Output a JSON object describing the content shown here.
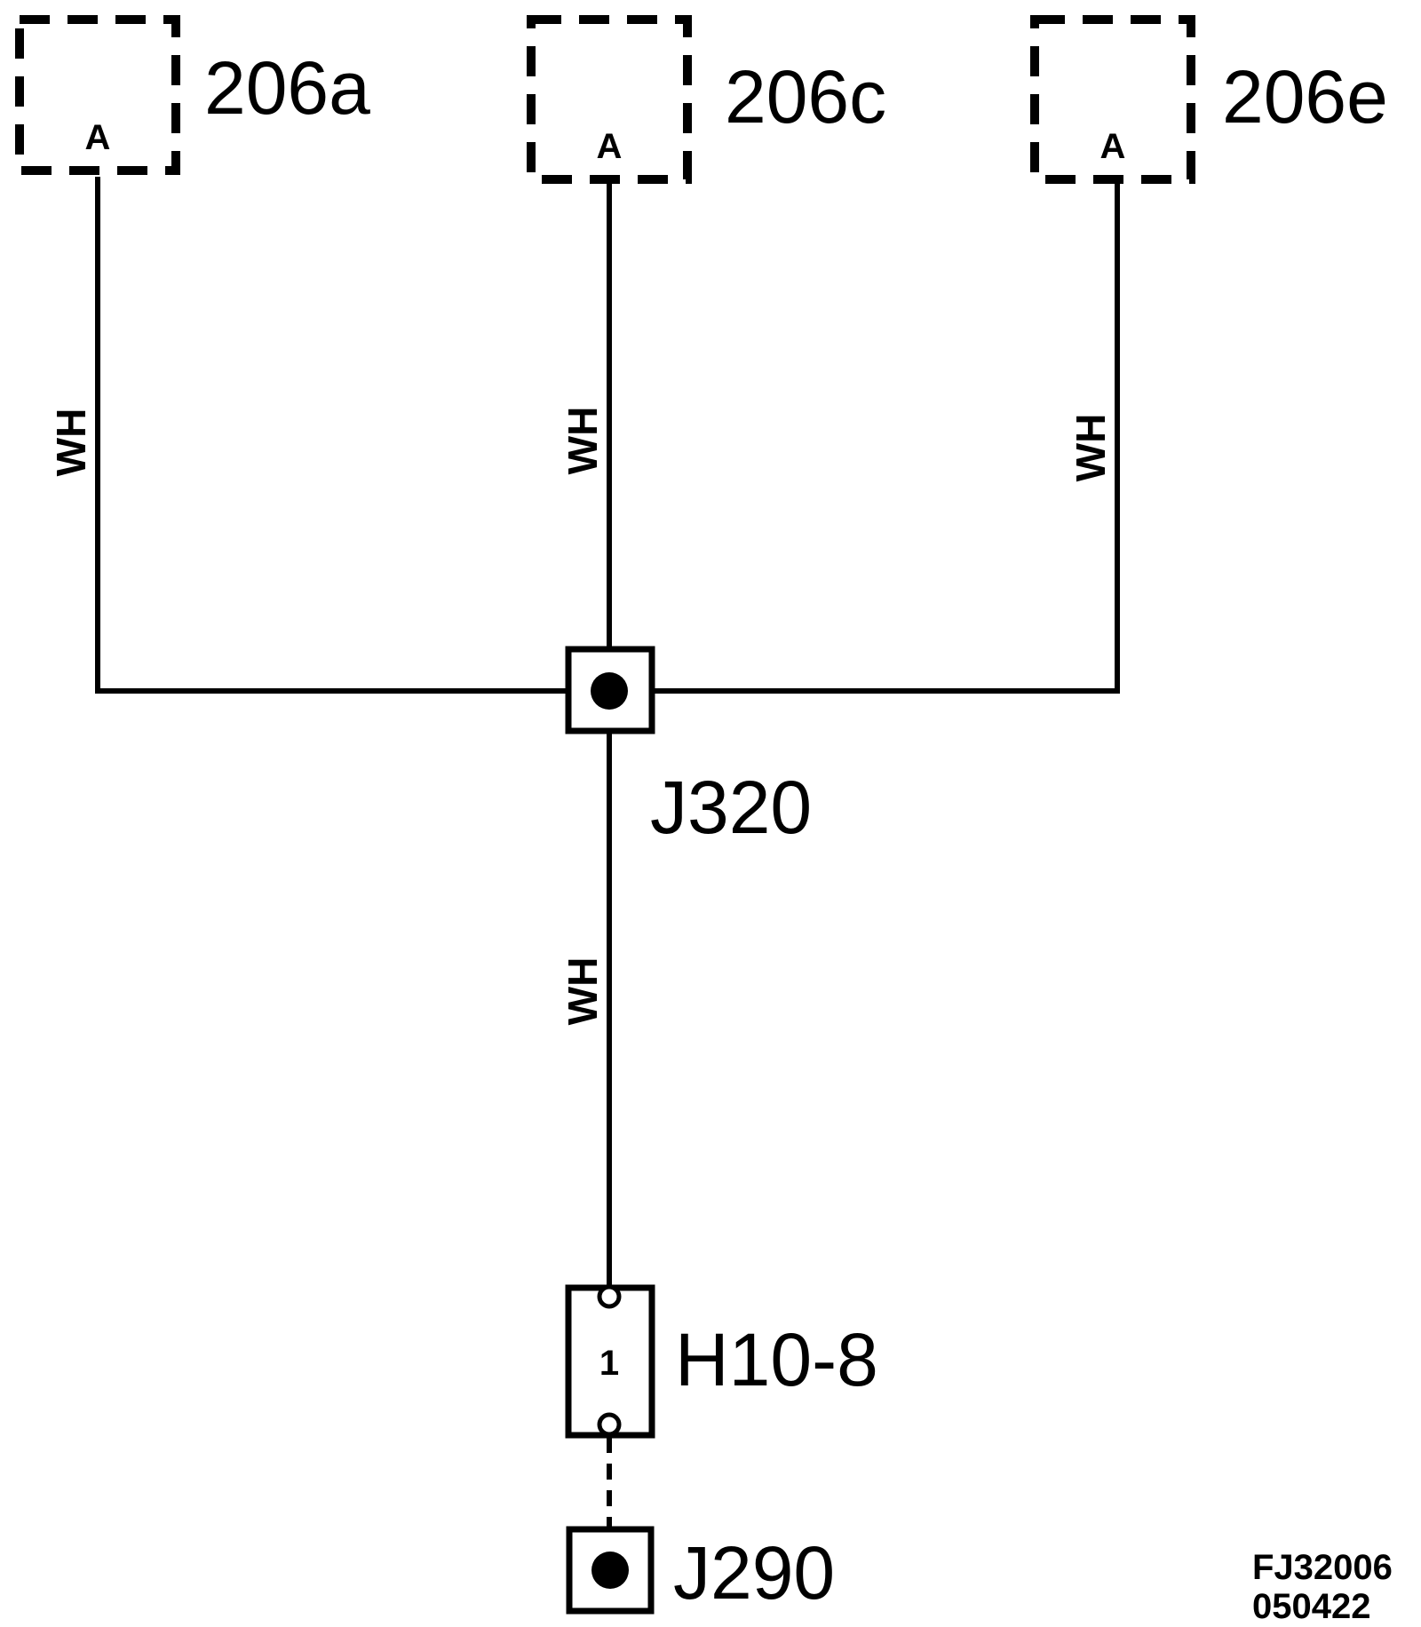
{
  "connectors": [
    {
      "id": "206a",
      "pin": "A"
    },
    {
      "id": "206c",
      "pin": "A"
    },
    {
      "id": "206e",
      "pin": "A"
    }
  ],
  "wires": [
    {
      "color": "WH"
    },
    {
      "color": "WH"
    },
    {
      "color": "WH"
    },
    {
      "color": "WH"
    }
  ],
  "splice": {
    "id": "J320"
  },
  "harness_connector": {
    "id": "H10-8",
    "pin": "1"
  },
  "ground": {
    "id": "J290"
  },
  "figure_code": {
    "line1": "FJ32006",
    "line2": "050422"
  }
}
